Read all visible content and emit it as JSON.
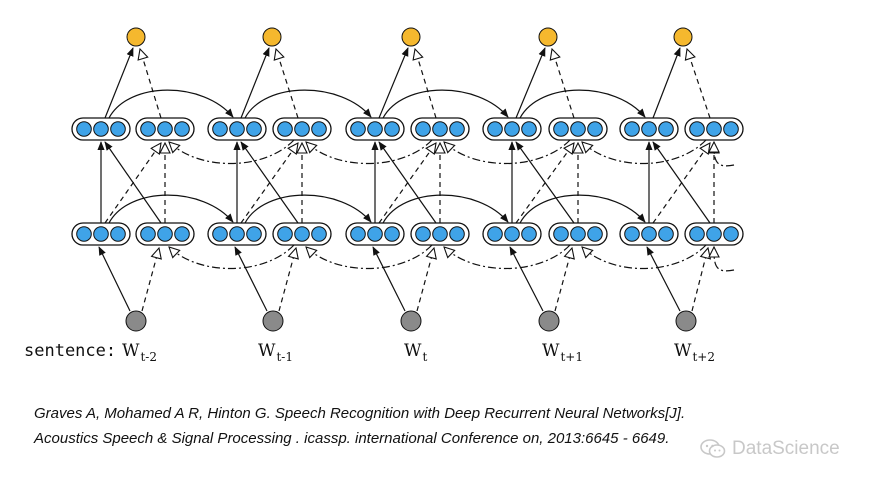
{
  "diagram": {
    "prefix": "sentence:",
    "words": [
      {
        "base": "W",
        "sub": "t-2"
      },
      {
        "base": "W",
        "sub": "t-1"
      },
      {
        "base": "W",
        "sub": "t"
      },
      {
        "base": "W",
        "sub": "t+1"
      },
      {
        "base": "W",
        "sub": "t+2"
      }
    ],
    "colors": {
      "input_node": "#8a8a8a",
      "hidden_unit": "#3fa3e8",
      "output_node": "#f5b82e",
      "stroke": "#111111"
    }
  },
  "citation": {
    "line1": "Graves A, Mohamed A R, Hinton G. Speech Recognition with Deep Recurrent Neural Networks[J].",
    "line2": "Acoustics Speech & Signal Processing . icassp. international Conference on, 2013:6645 - 6649."
  },
  "watermark": {
    "text": "DataScience",
    "icon": "wechat-icon"
  }
}
